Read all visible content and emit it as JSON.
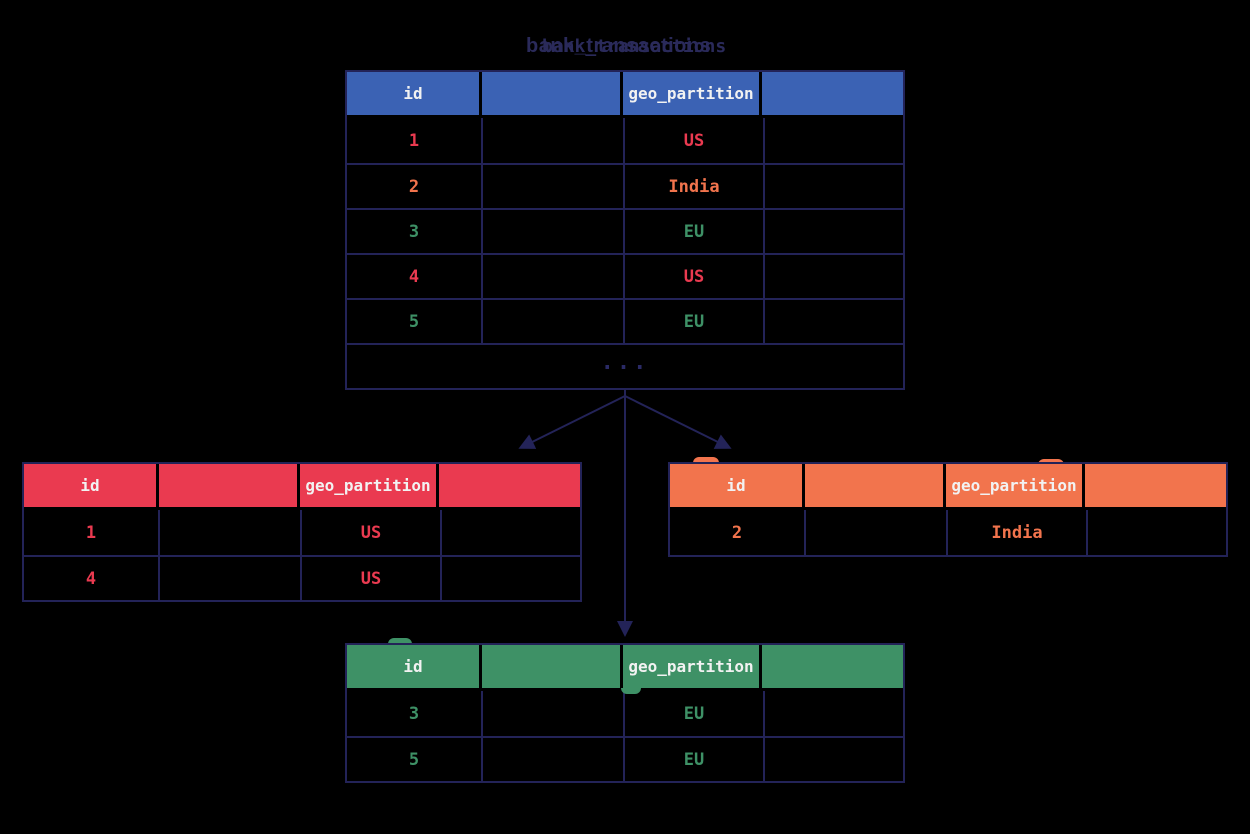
{
  "colors": {
    "background": "#000000",
    "line_navy": "#232358",
    "title_navy": "#2a2a5a",
    "dots_navy": "#2a2a66",
    "blue": "#3b62b4",
    "red": "#ea3a50",
    "orange": "#f2744d",
    "green": "#3e9166",
    "header_text": "#f2f2f2"
  },
  "title": {
    "text": "bank_transactions"
  },
  "tables": {
    "main": {
      "name": "bank_transactions",
      "header": [
        "id",
        "",
        "geo_partition",
        ""
      ],
      "rows": [
        [
          "1",
          "",
          "US",
          ""
        ],
        [
          "2",
          "",
          "India",
          ""
        ],
        [
          "3",
          "",
          "EU",
          ""
        ],
        [
          "4",
          "",
          "US",
          ""
        ],
        [
          "5",
          "",
          "EU",
          ""
        ]
      ],
      "row_partition_colors": [
        "red",
        "orange",
        "green",
        "red",
        "green"
      ],
      "ellipsis": "..."
    },
    "us_partition": {
      "header": [
        "id",
        "",
        "geo_partition",
        ""
      ],
      "rows": [
        [
          "1",
          "",
          "US",
          ""
        ],
        [
          "4",
          "",
          "US",
          ""
        ]
      ]
    },
    "india_partition": {
      "header": [
        "id",
        "",
        "geo_partition",
        ""
      ],
      "rows": [
        [
          "2",
          "",
          "India",
          ""
        ]
      ]
    },
    "eu_partition": {
      "header": [
        "id",
        "",
        "geo_partition",
        ""
      ],
      "rows": [
        [
          "3",
          "",
          "EU",
          ""
        ],
        [
          "5",
          "",
          "EU",
          ""
        ]
      ]
    }
  },
  "decorations": {
    "peek_icons": [
      "orange-circle",
      "orange-circle",
      "green-circle",
      "green-circle"
    ]
  }
}
